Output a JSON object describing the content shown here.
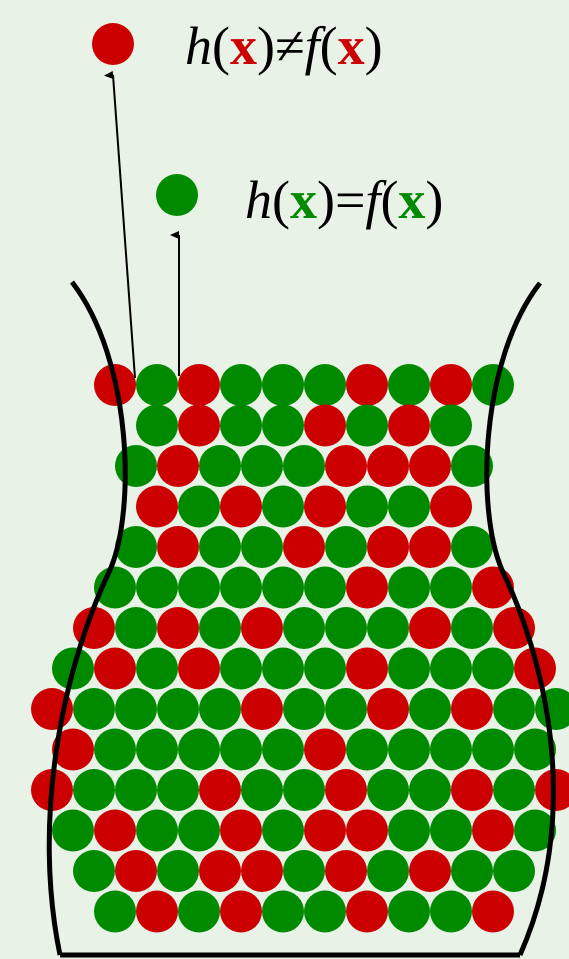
{
  "labels": {
    "mismatch": {
      "h": "h",
      "open": "(",
      "x": "x",
      "close_ne": ")≠",
      "f": "f",
      "open2": "(",
      "x2": "x",
      "close2": ")"
    },
    "match": {
      "h": "h",
      "open": "(",
      "x": "x",
      "close_eq": ")=",
      "f": "f",
      "open2": "(",
      "x2": "x",
      "close2": ")"
    }
  },
  "colors": {
    "background": "#e8f2e6",
    "red": "#cc0000",
    "green": "#008a00",
    "outline": "#000000"
  },
  "marbles": {
    "rows": [
      "RGRGGGRGRG",
      "GRGGRGRG",
      "GRGGGRRRG",
      "RGRGRGGR",
      "GRGGRGRRG",
      "GGGGGGRGGR",
      "RGRGRGGGRGR",
      "GRGRGGGRGGGR",
      "RGGGGRGGRGRGG",
      "RGGGGGRGGGGG",
      "RGGGRGGRGGRGR",
      "GRGGRGRRGGRG",
      "GRGRRGRGRGG",
      "GRGRGGRGGR"
    ]
  }
}
